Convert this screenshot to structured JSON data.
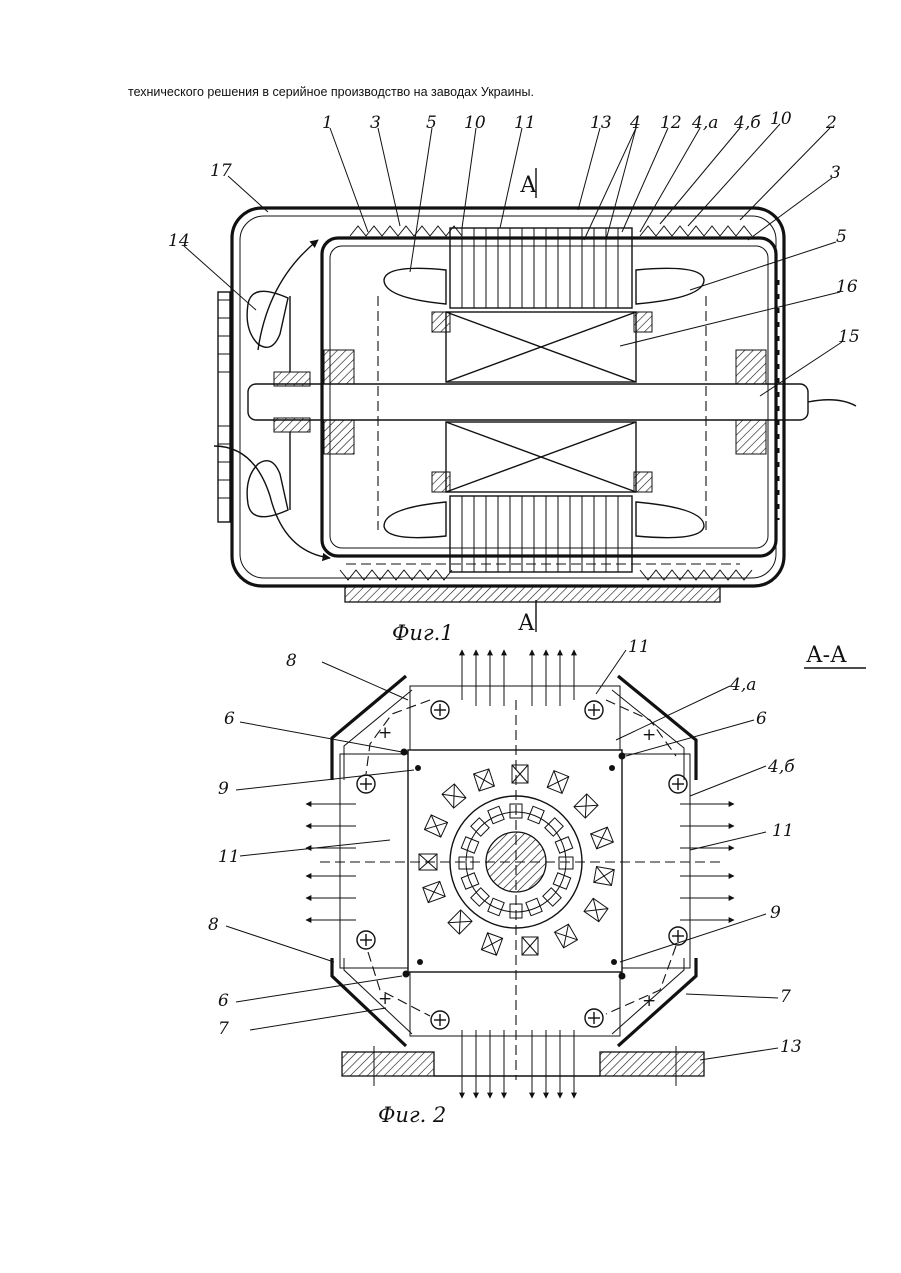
{
  "page": {
    "top_text": "технического решения в серийное производство на заводах Украины."
  },
  "fig1": {
    "caption": "Фиг.1",
    "section_mark_top": "А",
    "section_mark_bottom": "А",
    "callouts": [
      "1",
      "3",
      "5",
      "10",
      "11",
      "13",
      "4",
      "12",
      "4,а",
      "4,б",
      "10",
      "2",
      "3",
      "5",
      "16",
      "15",
      "17",
      "14"
    ]
  },
  "fig2": {
    "caption": "Фиг. 2",
    "section_title": "А-А",
    "callouts": [
      "8",
      "11",
      "4,а",
      "6",
      "6",
      "9",
      "4,б",
      "11",
      "11",
      "8",
      "9",
      "6",
      "7",
      "7",
      "13"
    ],
    "plus_sign": "+"
  }
}
